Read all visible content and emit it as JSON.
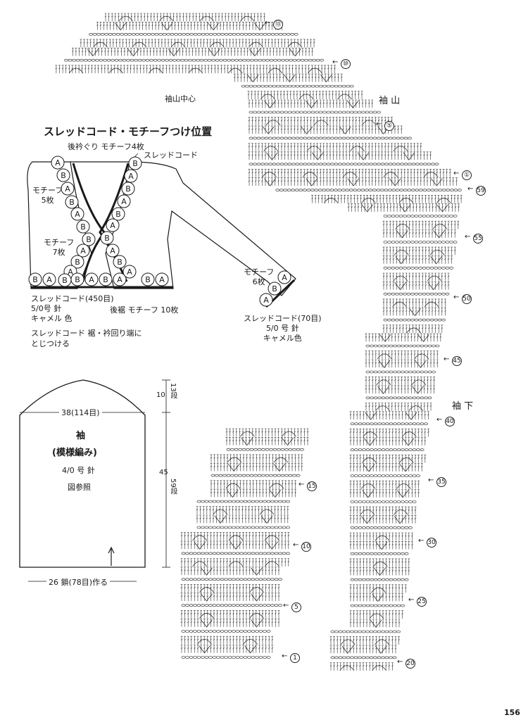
{
  "page_number": "156",
  "labels": {
    "sleeve_cap_center": "袖山中心",
    "sleeve_cap": "袖 山",
    "sleeve_under": "袖 下",
    "placement_title": "スレッドコード・モチーフつけ位置",
    "back_neck_motif": "後衿ぐり モチーフ4枚",
    "thread_cord": "スレッドコード",
    "motif_5": [
      "モチーフ",
      "5枚"
    ],
    "motif_7": [
      "モチーフ",
      "7枚"
    ],
    "motif_6": [
      "モチーフ",
      "6枚"
    ],
    "cord_450": [
      "スレッドコード(450目)",
      "5/0号 針",
      "キャメル 色"
    ],
    "back_hem_motif": "後裾 モチーフ 10枚",
    "cord_note": [
      "スレッドコード 裾・衿回り端に",
      "とじつける"
    ],
    "cord_70": [
      "スレッドコード(70目)",
      "5/0 号 針",
      "キャメル色"
    ],
    "sleeve_width": "38(114目)",
    "sleeve_title": "袖",
    "pattern": "(模様編み)",
    "needle": "4/0 号 針",
    "see_chart": "図参照",
    "cast_on": "26 鎖(78目)作る",
    "dim_top_num": "10",
    "dim_top_rows": "13段",
    "dim_main_num": "45",
    "dim_main_rows": "59段"
  },
  "motif_letters": {
    "left_front_a": [
      "A",
      "B",
      "A",
      "B",
      "A",
      "B"
    ],
    "left_front_b": [
      "B",
      "A",
      "B",
      "A",
      "B"
    ],
    "hem_row": [
      "B",
      "A",
      "B",
      "A",
      "B",
      "A",
      "B",
      "A"
    ],
    "right_front": [
      "B",
      "A",
      "B",
      "A",
      "B",
      "A",
      "B",
      "A",
      "B",
      "A"
    ],
    "sleeve_cuff": [
      "A",
      "B",
      "A"
    ]
  },
  "row_markers": {
    "main": [
      "⑬",
      "⑩",
      "⑤",
      "①",
      "59",
      "55",
      "50",
      "45",
      "40",
      "35",
      "30",
      "25",
      "20"
    ],
    "small": [
      "15",
      "10",
      "5",
      "1"
    ]
  }
}
